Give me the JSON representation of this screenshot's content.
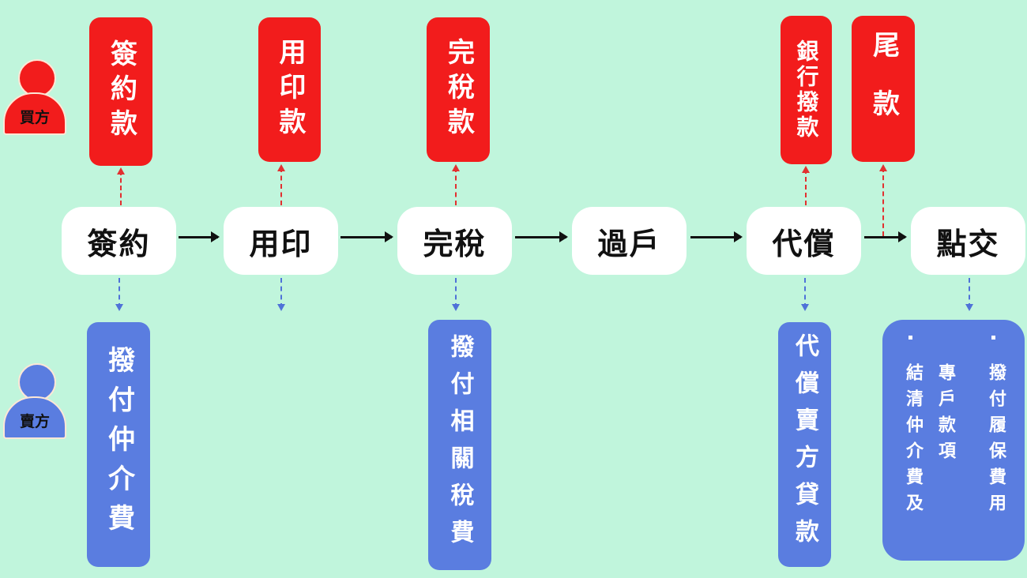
{
  "roles": {
    "buyer": "買方",
    "seller": "賣方"
  },
  "steps": [
    "簽約",
    "用印",
    "完稅",
    "過戶",
    "代償",
    "點交"
  ],
  "buyer_payments": [
    "簽約款",
    "用印款",
    "完稅款",
    "銀行撥款",
    "尾款"
  ],
  "seller_payments": [
    "撥付仲介費",
    "撥付相關稅費",
    "代償賣方貸款"
  ],
  "handover": {
    "item1_part1": "結清仲介費及",
    "item1_part2": "專戶款項",
    "item2": "撥付履保費用"
  },
  "colors": {
    "background": "#c0f5dc",
    "buyer": "#f21c1c",
    "seller": "#5a7de0"
  }
}
